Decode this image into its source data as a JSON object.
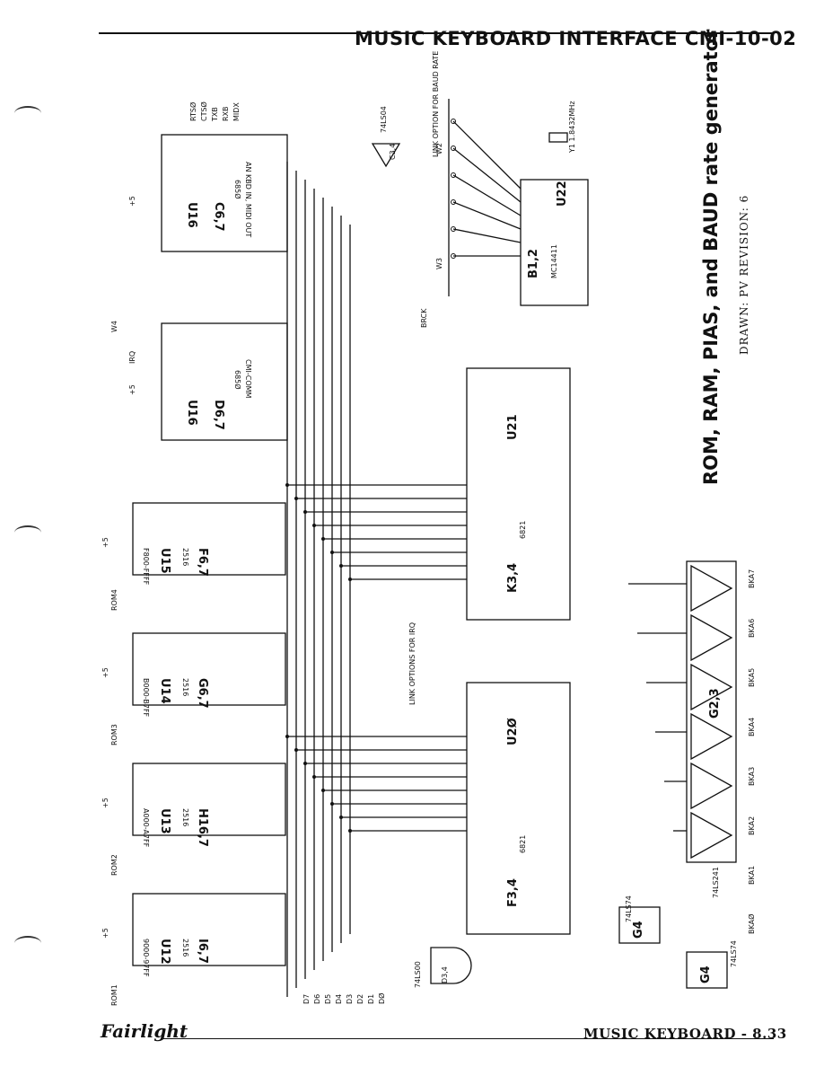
{
  "header": {
    "title": "MUSIC KEYBOARD INTERFACE CMI-10-02"
  },
  "side": {
    "title": "ROM, RAM, PIAS, and BAUD rate generator",
    "drawn": "DRAWN: PV  REVISION: 6"
  },
  "footer": {
    "logo": "Fairlight",
    "page": "MUSIC KEYBOARD - 8.33"
  },
  "chips": {
    "u16a": {
      "ref": "U16",
      "loc": "C6,7",
      "part": "685Ø",
      "desc": "AN KBD IN, MIDI OUT"
    },
    "u16b": {
      "ref": "U16",
      "loc": "D6,7",
      "part": "685Ø",
      "desc": "CMI-COMM"
    },
    "u15": {
      "ref": "U15",
      "loc": "F6,7",
      "part": "2516",
      "range": "F800-FFFF"
    },
    "u14": {
      "ref": "U14",
      "loc": "G6,7",
      "part": "2516",
      "range": "B000-B7FF"
    },
    "u13": {
      "ref": "U13",
      "loc": "H16,7",
      "part": "2516",
      "range": "A000-A7FF"
    },
    "u12": {
      "ref": "U12",
      "loc": "I6,7",
      "part": "2516",
      "range": "9000-97FF"
    },
    "u22": {
      "ref": "U22",
      "loc": "B1,2",
      "part": "MC14411"
    },
    "u21": {
      "ref": "U21",
      "loc": "K3,4",
      "part": "6821"
    },
    "u20": {
      "ref": "U2Ø",
      "loc": "F3,4",
      "part": "6821"
    },
    "buf": {
      "ref": "G2,3",
      "part": "74LS241"
    },
    "ff1": {
      "ref": "G4",
      "part": "74LS74"
    },
    "ff2": {
      "ref": "G4",
      "part": "74LS74"
    },
    "nand": {
      "ref": "D3,4",
      "part": "74LS00"
    },
    "inv": {
      "ref": "C3,4",
      "part": "74LS04"
    }
  },
  "labels": {
    "crystal": "Y1  1.8432MHz",
    "link_baud": "LINK OPTION FOR BAUD RATE",
    "link_irq": "LINK OPTIONS FOR IRQ",
    "w2": "W2",
    "w3": "W3",
    "w4": "W4",
    "brck": "BRCK",
    "irq": "IRQ",
    "rom": [
      "ROM1",
      "ROM2",
      "ROM3",
      "ROM4"
    ],
    "data_bus": [
      "D7",
      "D6",
      "D5",
      "D4",
      "D3",
      "D2",
      "D1",
      "DØ"
    ],
    "bka": [
      "BKA7",
      "BKA6",
      "BKA5",
      "BKA4",
      "BKA3",
      "BKA2",
      "BKA1",
      "BKAØ"
    ],
    "midi": [
      "RTSØ",
      "CTSØ",
      "TXB",
      "RXB",
      "MIDX"
    ],
    "plus5": "+5"
  }
}
